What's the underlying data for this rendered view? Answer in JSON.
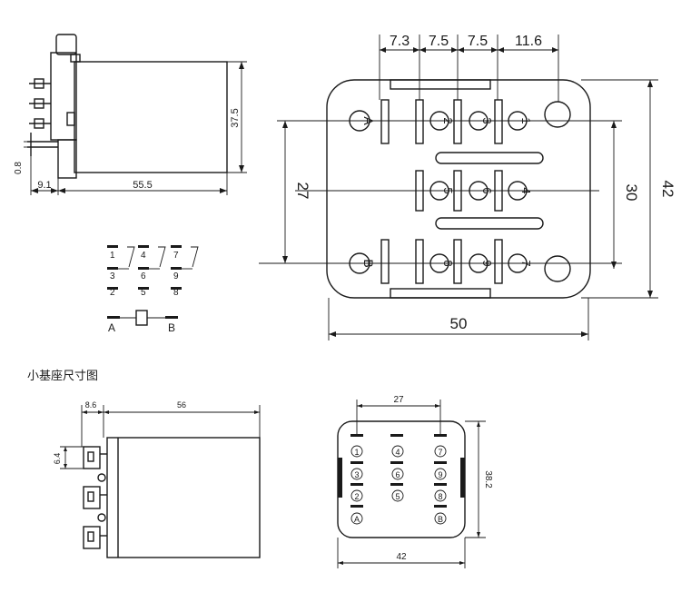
{
  "relay_side_view": {
    "height": "37.5",
    "pin_pitch": "0.8",
    "pin_length": "9.1",
    "body_length": "55.5"
  },
  "relay_front_view": {
    "pitch_1": "7.3",
    "pitch_2": "7.5",
    "pitch_3": "7.5",
    "pitch_4": "11.6",
    "row_spacing": "27",
    "mount_hole_spacing": "30",
    "total_height": "42",
    "total_width": "50",
    "pins_top": [
      "A",
      "2",
      "3",
      "1"
    ],
    "pins_mid": [
      "5",
      "6",
      "4"
    ],
    "pins_bot": [
      "B",
      "8",
      "9",
      "7"
    ]
  },
  "schematic": {
    "contacts": [
      {
        "nc": "1",
        "com": "3",
        "no": "2"
      },
      {
        "nc": "4",
        "com": "6",
        "no": "5"
      },
      {
        "nc": "7",
        "com": "9",
        "no": "8"
      }
    ],
    "coil_left": "A",
    "coil_right": "B"
  },
  "section_title": "小基座尺寸图",
  "socket_side_view": {
    "depth": "8.6",
    "length": "56",
    "terminal_pitch": "6.4"
  },
  "socket_top_view": {
    "pitch": "27",
    "height": "38.2",
    "width": "42",
    "row1": [
      "1",
      "4",
      "7"
    ],
    "row2": [
      "3",
      "6",
      "9"
    ],
    "row3": [
      "2",
      "5",
      "8"
    ],
    "row4": [
      "A",
      "B"
    ]
  }
}
